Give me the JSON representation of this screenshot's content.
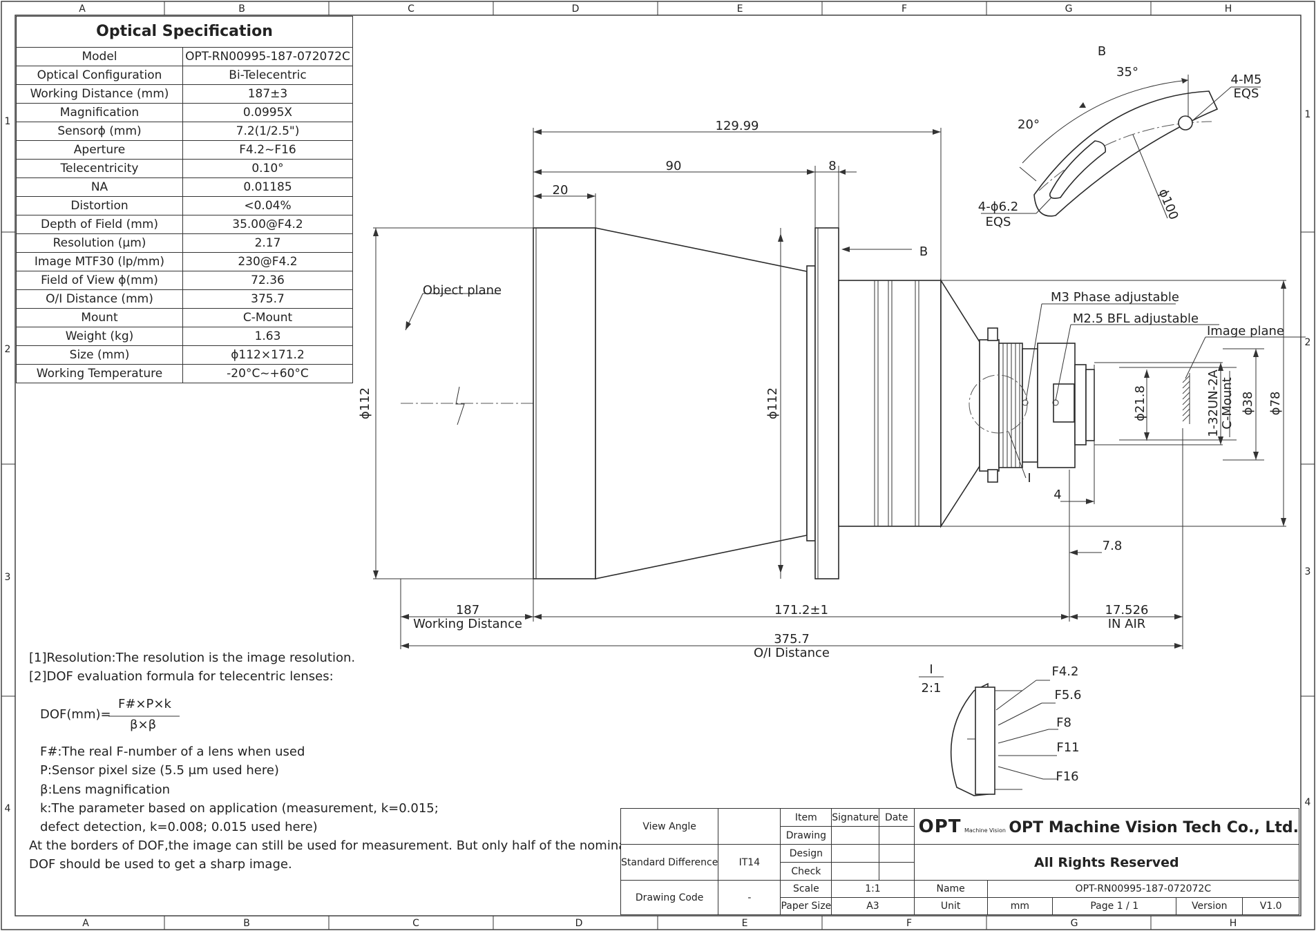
{
  "grid": {
    "columns": [
      "A",
      "B",
      "C",
      "D",
      "E",
      "F",
      "G",
      "H"
    ],
    "rows": [
      "1",
      "2",
      "3",
      "4"
    ]
  },
  "spec": {
    "title": "Optical Specification",
    "rows": [
      {
        "label": "Model",
        "value": "OPT-RN00995-187-072072C"
      },
      {
        "label": "Optical Configuration",
        "value": "Bi-Telecentric"
      },
      {
        "label": "Working Distance (mm)",
        "value": "187±3"
      },
      {
        "label": "Magnification",
        "value": "0.0995X"
      },
      {
        "label": "Sensorϕ (mm)",
        "value": "7.2(1/2.5\")"
      },
      {
        "label": "Aperture",
        "value": "F4.2~F16"
      },
      {
        "label": "Telecentricity",
        "value": "0.10°"
      },
      {
        "label": "NA",
        "value": "0.01185"
      },
      {
        "label": "Distortion",
        "value": "<0.04%"
      },
      {
        "label": "Depth of Field (mm)",
        "value": "35.00@F4.2"
      },
      {
        "label": "Resolution (μm)",
        "value": "2.17"
      },
      {
        "label": "Image MTF30 (lp/mm)",
        "value": "230@F4.2"
      },
      {
        "label": "Field of View ϕ(mm)",
        "value": "72.36"
      },
      {
        "label": "O/I Distance (mm)",
        "value": "375.7"
      },
      {
        "label": "Mount",
        "value": "C-Mount"
      },
      {
        "label": "Weight (kg)",
        "value": "1.63"
      },
      {
        "label": "Size (mm)",
        "value": "ϕ112×171.2"
      },
      {
        "label": "Working Temperature",
        "value": "-20°C~+60°C"
      }
    ]
  },
  "drawing": {
    "dim_total_length": "129.99",
    "dim_90": "90",
    "dim_8": "8",
    "dim_20": "20",
    "view_b_label": "B",
    "object_plane": "Object plane",
    "dia_112_left": "ϕ112",
    "dia_112_mid": "ϕ112",
    "m3_label": "M3 Phase adjustable",
    "m25_label": "M2.5 BFL adjustable",
    "image_plane": "Image plane",
    "dia_21_8": "ϕ21.8",
    "thread_1": "1-32UN-2A",
    "thread_2": "C-Mount",
    "dia_38": "ϕ38",
    "dia_78": "ϕ78",
    "detail_marker": "I",
    "dim_4": "4",
    "dim_7_8": "7.8",
    "wd_value": "187",
    "wd_label": "Working Distance",
    "len_value": "171.2±1",
    "air_value": "17.526",
    "air_label": "IN AIR",
    "oi_value": "375.7",
    "oi_label": "O/I Distance"
  },
  "view_b": {
    "title": "B",
    "angle_35": "35°",
    "angle_20": "20°",
    "m5_1": "4-M5",
    "m5_2": "EQS",
    "hole_1": "4-ϕ6.2",
    "hole_2": "EQS",
    "dia_100": "ϕ100"
  },
  "detail": {
    "label_top": "I",
    "label_scale": "2:1",
    "f_stops": [
      "F4.2",
      "F5.6",
      "F8",
      "F11",
      "F16"
    ]
  },
  "notes": {
    "line1": "[1]Resolution:The resolution is  the image resolution.",
    "line2": "[2]DOF evaluation formula for telecentric lenses:",
    "formula_prefix": "DOF(mm)=",
    "numerator": "F#×P×k",
    "denominator": "β×β",
    "f_def": "F#:The real F-number of a lens when used",
    "p_def": "P:Sensor pixel size (5.5 μm used here)",
    "b_def": "β:Lens magnification",
    "k_def1": "k:The parameter based on application (measurement, k=0.015;",
    "k_def2": "defect detection, k=0.008; 0.015 used here)",
    "border1": "At the borders of DOF,the image can still be used for measurement. But only half of the nominal",
    "border2": "DOF should be used to get a sharp image."
  },
  "titleblock": {
    "view_angle": "View Angle",
    "item": "Item",
    "signature": "Signature",
    "date": "Date",
    "drawing": "Drawing",
    "design": "Design",
    "check": "Check",
    "std_diff": "Standard Difference",
    "it14": "IT14",
    "drawing_code": "Drawing Code",
    "code_value": "-",
    "scale": "Scale",
    "scale_value": "1:1",
    "paper": "Paper Size",
    "paper_value": "A3",
    "logo": "OPT",
    "logo_sub": "Machine Vision",
    "company": "OPT Machine Vision Tech Co., Ltd.",
    "rights": "All Rights Reserved",
    "name": "Name",
    "name_value": "OPT-RN00995-187-072072C",
    "unit": "Unit",
    "unit_value": "mm",
    "page": "Page 1 / 1",
    "version": "Version",
    "version_value": "V1.0"
  }
}
